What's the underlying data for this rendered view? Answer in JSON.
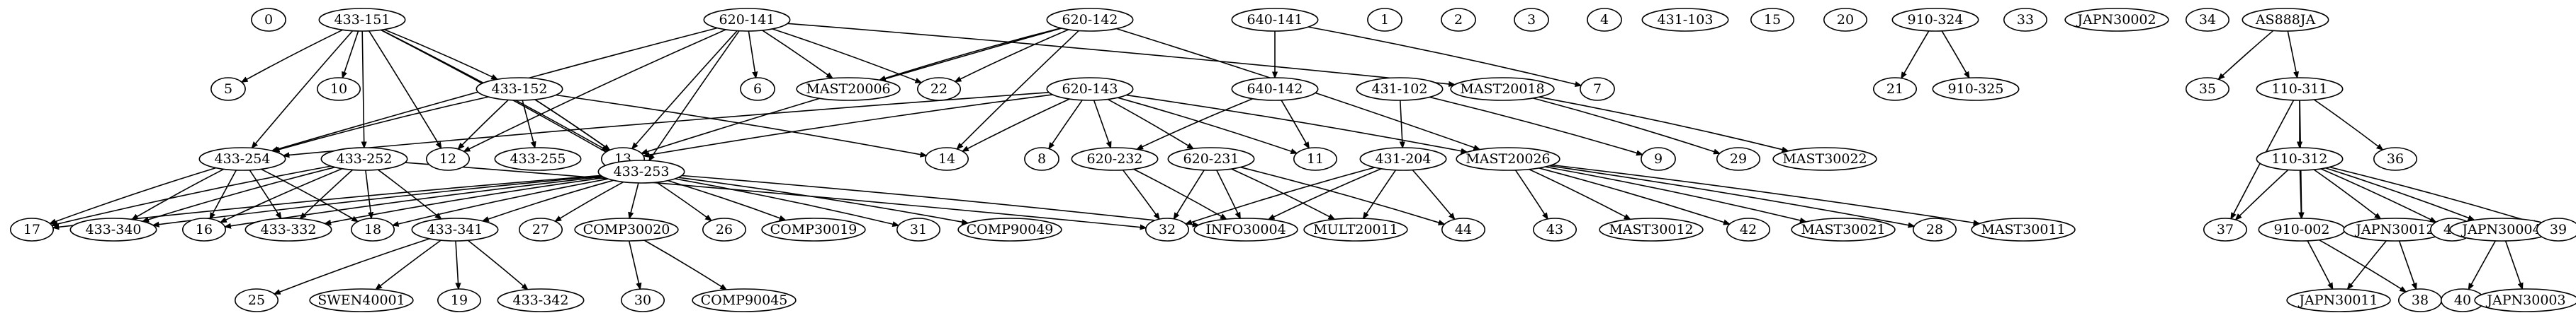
{
  "nodes": [
    {
      "id": "0",
      "label": "0"
    },
    {
      "id": "433-151",
      "label": "433-151"
    },
    {
      "id": "620-141",
      "label": "620-141"
    },
    {
      "id": "620-142",
      "label": "620-142"
    },
    {
      "id": "640-141",
      "label": "640-141"
    },
    {
      "id": "1",
      "label": "1"
    },
    {
      "id": "2",
      "label": "2"
    },
    {
      "id": "3",
      "label": "3"
    },
    {
      "id": "4",
      "label": "4"
    },
    {
      "id": "431-103",
      "label": "431-103"
    },
    {
      "id": "15",
      "label": "15"
    },
    {
      "id": "20",
      "label": "20"
    },
    {
      "id": "910-324",
      "label": "910-324"
    },
    {
      "id": "33",
      "label": "33"
    },
    {
      "id": "JAPN30002",
      "label": "JAPN30002"
    },
    {
      "id": "34",
      "label": "34"
    },
    {
      "id": "AS888JA",
      "label": "AS888JA"
    },
    {
      "id": "5",
      "label": "5"
    },
    {
      "id": "10",
      "label": "10"
    },
    {
      "id": "433-152",
      "label": "433-152"
    },
    {
      "id": "6",
      "label": "6"
    },
    {
      "id": "MAST20006",
      "label": "MAST20006"
    },
    {
      "id": "22",
      "label": "22"
    },
    {
      "id": "620-143",
      "label": "620-143"
    },
    {
      "id": "640-142",
      "label": "640-142"
    },
    {
      "id": "MAST20018",
      "label": "MAST20018"
    },
    {
      "id": "7",
      "label": "7"
    },
    {
      "id": "431-102",
      "label": "431-102"
    },
    {
      "id": "21",
      "label": "21"
    },
    {
      "id": "910-325",
      "label": "910-325"
    },
    {
      "id": "35",
      "label": "35"
    },
    {
      "id": "110-311",
      "label": "110-311"
    },
    {
      "id": "433-254",
      "label": "433-254"
    },
    {
      "id": "433-252",
      "label": "433-252"
    },
    {
      "id": "12",
      "label": "12"
    },
    {
      "id": "433-255",
      "label": "433-255"
    },
    {
      "id": "13",
      "label": "13"
    },
    {
      "id": "14",
      "label": "14"
    },
    {
      "id": "8",
      "label": "8"
    },
    {
      "id": "620-232",
      "label": "620-232"
    },
    {
      "id": "620-231",
      "label": "620-231"
    },
    {
      "id": "11",
      "label": "11"
    },
    {
      "id": "431-204",
      "label": "431-204"
    },
    {
      "id": "MAST20026",
      "label": "MAST20026"
    },
    {
      "id": "9",
      "label": "9"
    },
    {
      "id": "29",
      "label": "29"
    },
    {
      "id": "MAST30022",
      "label": "MAST30022"
    },
    {
      "id": "36",
      "label": "36"
    },
    {
      "id": "110-312",
      "label": "110-312"
    },
    {
      "id": "433-253",
      "label": "433-253"
    },
    {
      "id": "17",
      "label": "17"
    },
    {
      "id": "433-340",
      "label": "433-340"
    },
    {
      "id": "16",
      "label": "16"
    },
    {
      "id": "433-332",
      "label": "433-332"
    },
    {
      "id": "18",
      "label": "18"
    },
    {
      "id": "433-341",
      "label": "433-341"
    },
    {
      "id": "27",
      "label": "27"
    },
    {
      "id": "COMP30020",
      "label": "COMP30020"
    },
    {
      "id": "26",
      "label": "26"
    },
    {
      "id": "COMP30019",
      "label": "COMP30019"
    },
    {
      "id": "31",
      "label": "31"
    },
    {
      "id": "COMP90049",
      "label": "COMP90049"
    },
    {
      "id": "32",
      "label": "32"
    },
    {
      "id": "INFO30004",
      "label": "INFO30004"
    },
    {
      "id": "MULT20011",
      "label": "MULT20011"
    },
    {
      "id": "44",
      "label": "44"
    },
    {
      "id": "43",
      "label": "43"
    },
    {
      "id": "MAST30012",
      "label": "MAST30012"
    },
    {
      "id": "42",
      "label": "42"
    },
    {
      "id": "MAST30021",
      "label": "MAST30021"
    },
    {
      "id": "28",
      "label": "28"
    },
    {
      "id": "MAST30011",
      "label": "MAST30011"
    },
    {
      "id": "37",
      "label": "37"
    },
    {
      "id": "910-002",
      "label": "910-002"
    },
    {
      "id": "JAPN30012",
      "label": "JAPN30012"
    },
    {
      "id": "41",
      "label": "41"
    },
    {
      "id": "JAPN30004",
      "label": "JAPN30004"
    },
    {
      "id": "39",
      "label": "39"
    },
    {
      "id": "25",
      "label": "25"
    },
    {
      "id": "SWEN40001",
      "label": "SWEN40001"
    },
    {
      "id": "19",
      "label": "19"
    },
    {
      "id": "433-342",
      "label": "433-342"
    },
    {
      "id": "30",
      "label": "30"
    },
    {
      "id": "COMP90045",
      "label": "COMP90045"
    },
    {
      "id": "JAPN30011",
      "label": "JAPN30011"
    },
    {
      "id": "38",
      "label": "38"
    },
    {
      "id": "40",
      "label": "40"
    },
    {
      "id": "JAPN30003",
      "label": "JAPN30003"
    }
  ],
  "edges": [
    [
      "433-151",
      "5"
    ],
    [
      "433-151",
      "10"
    ],
    [
      "433-151",
      "433-152"
    ],
    [
      "433-151",
      "12"
    ],
    [
      "433-151",
      "433-254"
    ],
    [
      "433-151",
      "433-252"
    ],
    [
      "433-151",
      "13"
    ],
    [
      "433-151",
      "433-253"
    ],
    [
      "620-141",
      "6"
    ],
    [
      "620-141",
      "MAST20006"
    ],
    [
      "620-141",
      "22"
    ],
    [
      "620-141",
      "MAST20018"
    ],
    [
      "620-141",
      "433-254"
    ],
    [
      "620-141",
      "12"
    ],
    [
      "620-141",
      "13"
    ],
    [
      "620-141",
      "433-253"
    ],
    [
      "620-142",
      "MAST20006"
    ],
    [
      "620-142",
      "22"
    ],
    [
      "620-142",
      "13"
    ],
    [
      "620-142",
      "14"
    ],
    [
      "620-142",
      "MAST20026"
    ],
    [
      "640-141",
      "640-142"
    ],
    [
      "640-141",
      "7"
    ],
    [
      "910-324",
      "21"
    ],
    [
      "910-324",
      "910-325"
    ],
    [
      "AS888JA",
      "35"
    ],
    [
      "AS888JA",
      "110-311"
    ],
    [
      "433-152",
      "433-254"
    ],
    [
      "433-152",
      "12"
    ],
    [
      "433-152",
      "433-255"
    ],
    [
      "433-152",
      "13"
    ],
    [
      "433-152",
      "433-253"
    ],
    [
      "433-152",
      "14"
    ],
    [
      "620-143",
      "433-254"
    ],
    [
      "620-143",
      "13"
    ],
    [
      "620-143",
      "14"
    ],
    [
      "620-143",
      "8"
    ],
    [
      "620-143",
      "620-232"
    ],
    [
      "620-143",
      "620-231"
    ],
    [
      "620-143",
      "11"
    ],
    [
      "620-143",
      "MAST20026"
    ],
    [
      "640-142",
      "620-232"
    ],
    [
      "640-142",
      "11"
    ],
    [
      "MAST20018",
      "29"
    ],
    [
      "MAST20018",
      "MAST30022"
    ],
    [
      "431-102",
      "9"
    ],
    [
      "431-102",
      "431-204"
    ],
    [
      "110-311",
      "36"
    ],
    [
      "110-311",
      "110-312"
    ],
    [
      "110-311",
      "37"
    ],
    [
      "110-311",
      "910-002"
    ],
    [
      "433-254",
      "17"
    ],
    [
      "433-254",
      "433-340"
    ],
    [
      "433-254",
      "16"
    ],
    [
      "433-254",
      "433-332"
    ],
    [
      "433-254",
      "18"
    ],
    [
      "433-252",
      "17"
    ],
    [
      "433-252",
      "433-340"
    ],
    [
      "433-252",
      "16"
    ],
    [
      "433-252",
      "433-332"
    ],
    [
      "433-252",
      "18"
    ],
    [
      "433-252",
      "433-341"
    ],
    [
      "433-252",
      "32"
    ],
    [
      "433-253",
      "17"
    ],
    [
      "433-253",
      "433-340"
    ],
    [
      "433-253",
      "16"
    ],
    [
      "433-253",
      "433-332"
    ],
    [
      "433-253",
      "18"
    ],
    [
      "433-253",
      "433-341"
    ],
    [
      "433-253",
      "27"
    ],
    [
      "433-253",
      "COMP30020"
    ],
    [
      "433-253",
      "26"
    ],
    [
      "433-253",
      "COMP30019"
    ],
    [
      "433-253",
      "31"
    ],
    [
      "433-253",
      "COMP90049"
    ],
    [
      "433-253",
      "INFO30004"
    ],
    [
      "620-232",
      "32"
    ],
    [
      "620-232",
      "INFO30004"
    ],
    [
      "620-231",
      "32"
    ],
    [
      "620-231",
      "INFO30004"
    ],
    [
      "620-231",
      "MULT20011"
    ],
    [
      "620-231",
      "44"
    ],
    [
      "431-204",
      "32"
    ],
    [
      "431-204",
      "INFO30004"
    ],
    [
      "431-204",
      "MULT20011"
    ],
    [
      "431-204",
      "44"
    ],
    [
      "MAST20026",
      "43"
    ],
    [
      "MAST20026",
      "MAST30012"
    ],
    [
      "MAST20026",
      "42"
    ],
    [
      "MAST20026",
      "MAST30021"
    ],
    [
      "MAST20026",
      "28"
    ],
    [
      "MAST20026",
      "MAST30011"
    ],
    [
      "110-312",
      "37"
    ],
    [
      "110-312",
      "910-002"
    ],
    [
      "110-312",
      "JAPN30012"
    ],
    [
      "110-312",
      "41"
    ],
    [
      "110-312",
      "JAPN30004"
    ],
    [
      "110-312",
      "39"
    ],
    [
      "433-341",
      "25"
    ],
    [
      "433-341",
      "SWEN40001"
    ],
    [
      "433-341",
      "19"
    ],
    [
      "433-341",
      "433-342"
    ],
    [
      "COMP30020",
      "30"
    ],
    [
      "COMP30020",
      "COMP90045"
    ],
    [
      "910-002",
      "JAPN30011"
    ],
    [
      "910-002",
      "38"
    ],
    [
      "JAPN30012",
      "JAPN30011"
    ],
    [
      "JAPN30012",
      "38"
    ],
    [
      "JAPN30004",
      "40"
    ],
    [
      "JAPN30004",
      "JAPN30003"
    ]
  ]
}
